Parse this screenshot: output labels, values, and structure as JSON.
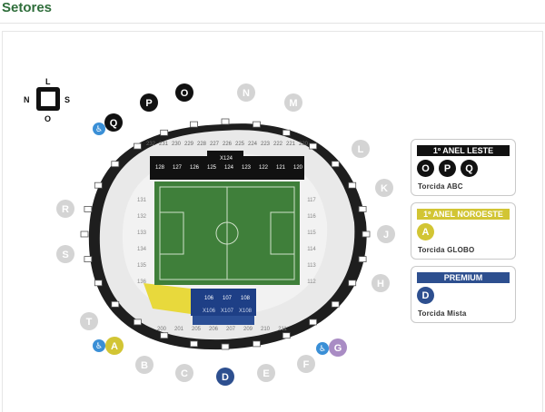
{
  "page": {
    "title": "Setores"
  },
  "compass": {
    "north": "N",
    "south": "S",
    "east": "L",
    "west": "O"
  },
  "colors": {
    "title_green": "#2f6e3b",
    "field_green": "#3f7f3a",
    "letter_gray": "#d4d4d4",
    "access_blue": "#3a8fd6",
    "leste_black": "#111111",
    "noroeste_yellow": "#d2c534",
    "premium_blue": "#2d4f8f",
    "ring_dark": "#1e1e1e",
    "seat_light": "#ededed",
    "seat_mid": "#d6d6d6"
  },
  "gate_letters": {
    "N": "N",
    "M": "M",
    "L": "L",
    "K": "K",
    "J": "J",
    "H": "H",
    "F": "F",
    "E": "E",
    "C": "C",
    "B": "B",
    "T": "T",
    "S": "S",
    "R": "R"
  },
  "highlight_letters": {
    "O": "O",
    "P": "P",
    "Q": "Q",
    "A": "A",
    "D": "D",
    "G": "G"
  },
  "accessibility_icon": "wheelchair-icon",
  "sections": {
    "upper_top": [
      "232",
      "231",
      "230",
      "229",
      "228",
      "227",
      "226",
      "225",
      "224",
      "223",
      "222",
      "221",
      "220"
    ],
    "lower_top": [
      "128",
      "127",
      "126",
      "125",
      "124",
      "123",
      "122",
      "121",
      "120"
    ],
    "tag_top": "X124",
    "right": [
      "117",
      "116",
      "115",
      "114",
      "113",
      "112"
    ],
    "left": [
      "131",
      "132",
      "133",
      "134",
      "135",
      "136"
    ],
    "lower_bottom": [
      "106",
      "107",
      "108"
    ],
    "lower_bottom_tags": [
      "X106",
      "X107",
      "X108"
    ],
    "upper_bottom": [
      "200",
      "201",
      "205",
      "206",
      "207",
      "209",
      "210",
      "211"
    ]
  },
  "legend": [
    {
      "header": "1º ANEL LESTE",
      "badges": [
        "O",
        "P",
        "Q"
      ],
      "subtitle": "Torcida ABC",
      "header_bg": "#111111",
      "header_fg": "#ffffff"
    },
    {
      "header": "1º ANEL NOROESTE",
      "badges": [
        "A"
      ],
      "subtitle": "Torcida GLOBO",
      "header_bg": "#d2c534",
      "header_fg": "#ffffff"
    },
    {
      "header": "PREMIUM",
      "badges": [
        "D"
      ],
      "subtitle": "Torcida Mista",
      "header_bg": "#2d4f8f",
      "header_fg": "#ffffff"
    }
  ]
}
